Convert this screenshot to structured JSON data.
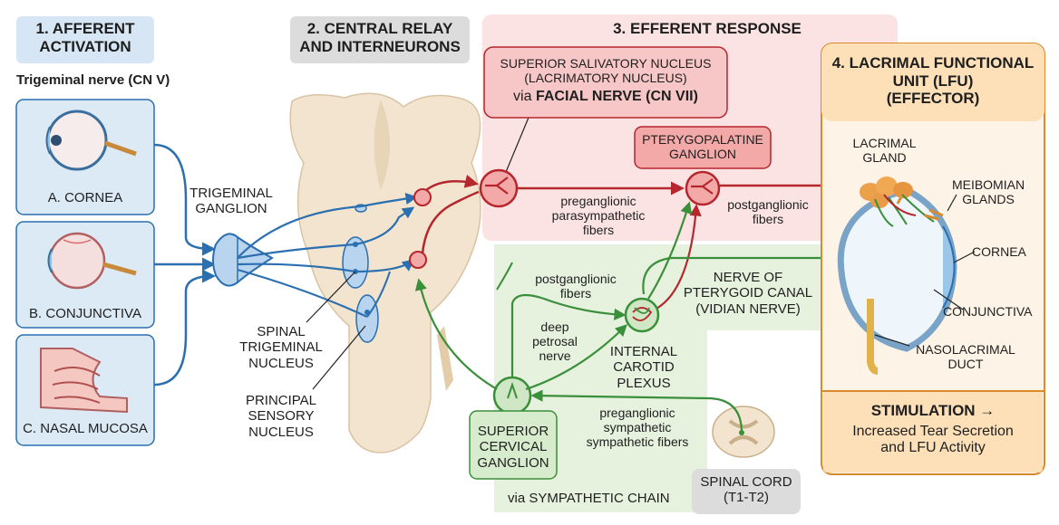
{
  "headers": {
    "afferent": "1. AFFERENT\nACTIVATION",
    "central": "2. CENTRAL RELAY\nAND INTERNEURONS",
    "efferent": "3. EFFERENT RESPONSE",
    "lfu": "4. LACRIMAL FUNCTIONAL\nUNIT (LFU)\n(EFFECTOR)"
  },
  "afferent": {
    "nerve_title": "Trigeminal nerve (CN V)",
    "panels": [
      "A. CORNEA",
      "B. CONJUNCTIVA",
      "C. NASAL MUCOSA"
    ]
  },
  "central": {
    "trigeminal_ganglion": "TRIGEMINAL\nGANGLION",
    "spinal_nucleus": "SPINAL\nTRIGEMINAL\nNUCLEUS",
    "principal_nucleus": "PRINCIPAL\nSENSORY\nNUCLEUS"
  },
  "efferent": {
    "ssn_line1": "SUPERIOR SALIVATORY NUCLEUS",
    "ssn_line2": "(LACRIMATORY NUCLEUS)",
    "ssn_via": "via",
    "ssn_nerve": "FACIAL NERVE (CN VII)",
    "ptg": "PTERYGOPALATINE\nGANGLION",
    "preganglionic_para": "preganglionic\nparasympathetic\nfibers",
    "postganglionic_red": "postganglionic\nfibers",
    "postganglionic_green": "postganglionic\nfibers",
    "deep_petrosal": "deep\npetrosal\nnerve",
    "vidian": "NERVE OF\nPTERYGOID CANAL\n(VIDIAN NERVE)",
    "carotid": "INTERNAL\nCAROTID\nPLEXUS",
    "scg": "SUPERIOR\nCERVICAL\nGANGLION",
    "preganglionic_symp": "preganglionic\nsympathetic\nsympathetic fibers",
    "spinal_cord": "SPINAL CORD\n(T1-T2)",
    "sympathetic_chain": "via SYMPATHETIC CHAIN"
  },
  "lfu": {
    "lacrimal_gland": "LACRIMAL\nGLAND",
    "meibomian": "MEIBOMIAN\nGLANDS",
    "cornea": "CORNEA",
    "conjunctiva": "CONJUNCTIVA",
    "nasolacrimal": "NASOLACRIMAL\nDUCT",
    "stim_title": "STIMULATION →",
    "stim_body": "Increased Tear Secretion\nand LFU Activity"
  },
  "colors": {
    "blue": "#2a6fb0",
    "red": "#b5262d",
    "green": "#3a8f3a",
    "orange": "#d98a2b",
    "pink_bg": "#fbdcdc",
    "green_bg": "#e3f0dc",
    "blue_bg": "#dceaf6",
    "gray_bg": "#dedede",
    "orange_bg": "#fde8cf"
  }
}
